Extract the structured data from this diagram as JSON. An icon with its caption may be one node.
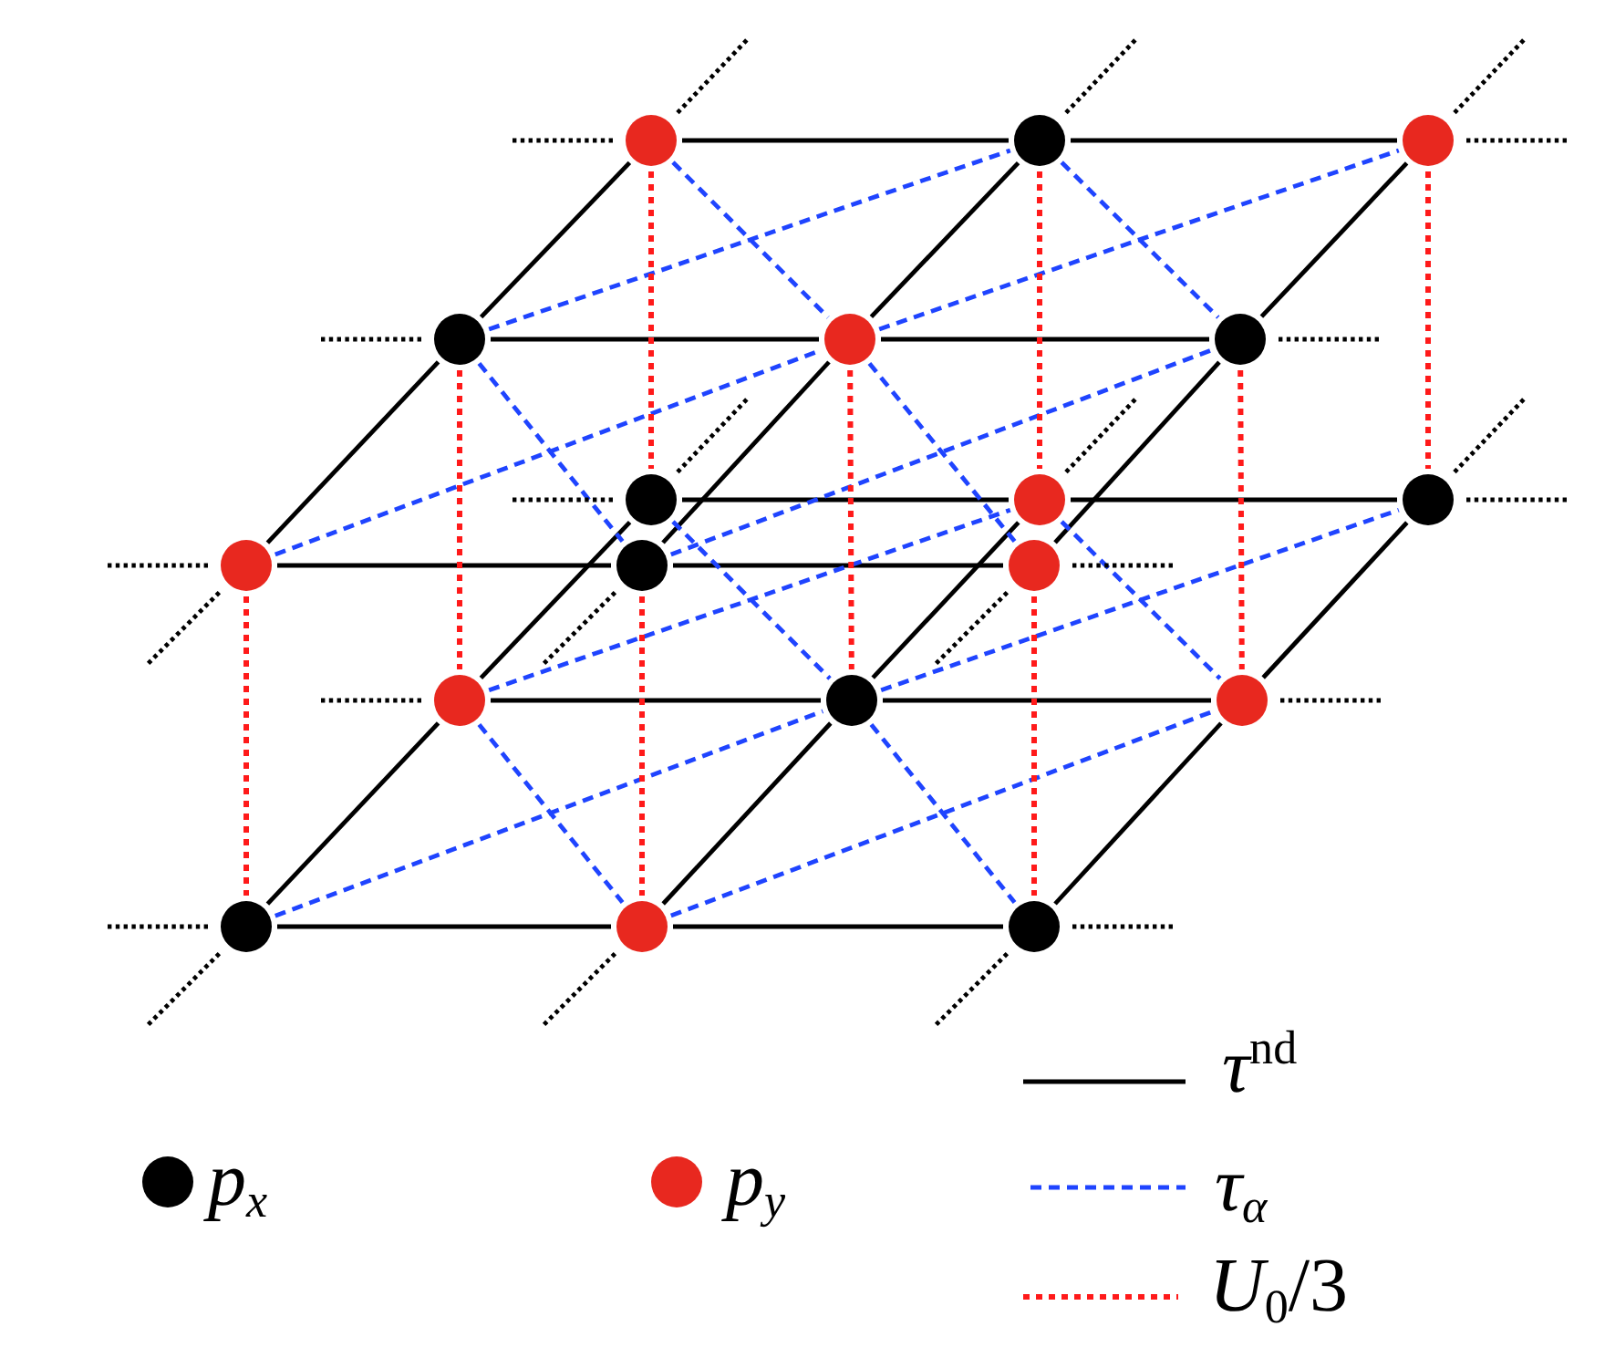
{
  "diagram": {
    "nodes": [
      {
        "text": [],
        "shape": "circle"
      },
      {
        "text": [],
        "shape": "circle"
      },
      {
        "text": [],
        "shape": "circle"
      },
      {
        "text": [],
        "shape": "circle"
      },
      {
        "text": [],
        "shape": "circle"
      },
      {
        "text": [],
        "shape": "circle"
      },
      {
        "text": [],
        "shape": "circle"
      },
      {
        "text": [],
        "shape": "circle"
      },
      {
        "text": [],
        "shape": "circle"
      },
      {
        "text": [],
        "shape": "circle"
      },
      {
        "text": [],
        "shape": "circle"
      },
      {
        "text": [],
        "shape": "circle"
      },
      {
        "text": [],
        "shape": "circle"
      },
      {
        "text": [],
        "shape": "circle"
      },
      {
        "text": [],
        "shape": "circle"
      },
      {
        "text": [],
        "shape": "circle"
      },
      {
        "text": [],
        "shape": "circle"
      },
      {
        "text": [],
        "shape": "circle"
      }
    ],
    "edges": [
      {
        "from": 0,
        "to": 1,
        "arrow": "none"
      },
      {
        "from": 1,
        "to": 2,
        "arrow": "none"
      },
      {
        "from": 3,
        "to": 4,
        "arrow": "none"
      },
      {
        "from": 4,
        "to": 5,
        "arrow": "none"
      },
      {
        "from": 9,
        "to": 10,
        "arrow": "none"
      },
      {
        "from": 10,
        "to": 11,
        "arrow": "none"
      },
      {
        "from": 9,
        "to": 3,
        "arrow": "none"
      },
      {
        "from": 3,
        "to": 0,
        "arrow": "none"
      },
      {
        "from": 10,
        "to": 4,
        "arrow": "none"
      },
      {
        "from": 4,
        "to": 1,
        "arrow": "none"
      },
      {
        "from": 11,
        "to": 5,
        "arrow": "none"
      },
      {
        "from": 5,
        "to": 2,
        "arrow": "none"
      },
      {
        "from": 6,
        "to": 7,
        "arrow": "none"
      },
      {
        "from": 7,
        "to": 8,
        "arrow": "none"
      },
      {
        "from": 12,
        "to": 13,
        "arrow": "none"
      },
      {
        "from": 13,
        "to": 14,
        "arrow": "none"
      },
      {
        "from": 15,
        "to": 16,
        "arrow": "none"
      },
      {
        "from": 16,
        "to": 17,
        "arrow": "none"
      },
      {
        "from": 15,
        "to": 12,
        "arrow": "none"
      },
      {
        "from": 12,
        "to": 6,
        "arrow": "none"
      },
      {
        "from": 16,
        "to": 13,
        "arrow": "none"
      },
      {
        "from": 13,
        "to": 7,
        "arrow": "none"
      },
      {
        "from": 17,
        "to": 14,
        "arrow": "none"
      },
      {
        "from": 14,
        "to": 8,
        "arrow": "none"
      },
      {
        "from": 3,
        "to": 1,
        "arrow": "none",
        "style": "dashed",
        "color": "#1f44ff"
      },
      {
        "from": 0,
        "to": 4,
        "arrow": "none",
        "style": "dashed",
        "color": "#1f44ff"
      },
      {
        "from": 4,
        "to": 2,
        "arrow": "none",
        "style": "dashed",
        "color": "#1f44ff"
      },
      {
        "from": 1,
        "to": 5,
        "arrow": "none",
        "style": "dashed",
        "color": "#1f44ff"
      },
      {
        "from": 9,
        "to": 4,
        "arrow": "none",
        "style": "dashed",
        "color": "#1f44ff"
      },
      {
        "from": 3,
        "to": 10,
        "arrow": "none",
        "style": "dashed",
        "color": "#1f44ff"
      },
      {
        "from": 10,
        "to": 5,
        "arrow": "none",
        "style": "dashed",
        "color": "#1f44ff"
      },
      {
        "from": 4,
        "to": 11,
        "arrow": "none",
        "style": "dashed",
        "color": "#1f44ff"
      },
      {
        "from": 12,
        "to": 7,
        "arrow": "none",
        "style": "dashed",
        "color": "#1f44ff"
      },
      {
        "from": 6,
        "to": 13,
        "arrow": "none",
        "style": "dashed",
        "color": "#1f44ff"
      },
      {
        "from": 13,
        "to": 8,
        "arrow": "none",
        "style": "dashed",
        "color": "#1f44ff"
      },
      {
        "from": 7,
        "to": 14,
        "arrow": "none",
        "style": "dashed",
        "color": "#1f44ff"
      },
      {
        "from": 15,
        "to": 13,
        "arrow": "none",
        "style": "dashed",
        "color": "#1f44ff"
      },
      {
        "from": 12,
        "to": 16,
        "arrow": "none",
        "style": "dashed",
        "color": "#1f44ff"
      },
      {
        "from": 16,
        "to": 14,
        "arrow": "none",
        "style": "dashed",
        "color": "#1f44ff"
      },
      {
        "from": 13,
        "to": 17,
        "arrow": "none",
        "style": "dashed",
        "color": "#1f44ff"
      },
      {
        "from": 0,
        "to": 6,
        "arrow": "none",
        "style": "dashed",
        "color": "#ff1a1a"
      },
      {
        "from": 1,
        "to": 7,
        "arrow": "none",
        "style": "dashed",
        "color": "#ff1a1a"
      },
      {
        "from": 2,
        "to": 8,
        "arrow": "none",
        "style": "dashed",
        "color": "#ff1a1a"
      },
      {
        "from": 3,
        "to": 12,
        "arrow": "none",
        "style": "dashed",
        "color": "#ff1a1a"
      },
      {
        "from": 4,
        "to": 13,
        "arrow": "none",
        "style": "dashed",
        "color": "#ff1a1a"
      },
      {
        "from": 5,
        "to": 14,
        "arrow": "none",
        "style": "dashed",
        "color": "#ff1a1a"
      },
      {
        "from": 9,
        "to": 15,
        "arrow": "none",
        "style": "dashed",
        "color": "#ff1a1a"
      },
      {
        "from": 10,
        "to": 16,
        "arrow": "none",
        "style": "dashed",
        "color": "#ff1a1a"
      },
      {
        "from": 11,
        "to": 17,
        "arrow": "none",
        "style": "dashed",
        "color": "#ff1a1a"
      },
      {
        "from": 0,
        "to": null,
        "arrow": "none",
        "style": "dashed"
      },
      {
        "from": 0,
        "to": null,
        "arrow": "none",
        "style": "dashed"
      },
      {
        "from": 1,
        "to": null,
        "arrow": "none",
        "style": "dashed"
      },
      {
        "from": 2,
        "to": null,
        "arrow": "none",
        "style": "dashed"
      },
      {
        "from": 2,
        "to": null,
        "arrow": "none",
        "style": "dashed"
      },
      {
        "from": 3,
        "to": null,
        "arrow": "none",
        "style": "dashed"
      },
      {
        "from": 5,
        "to": null,
        "arrow": "none",
        "style": "dashed"
      },
      {
        "from": 9,
        "to": null,
        "arrow": "none",
        "style": "dashed"
      },
      {
        "from": 9,
        "to": null,
        "arrow": "none",
        "style": "dashed"
      },
      {
        "from": 10,
        "to": null,
        "arrow": "none",
        "style": "dashed"
      },
      {
        "from": 11,
        "to": null,
        "arrow": "none",
        "style": "dashed"
      },
      {
        "from": 11,
        "to": null,
        "arrow": "none",
        "style": "dashed"
      },
      {
        "from": 6,
        "to": null,
        "arrow": "none",
        "style": "dashed"
      },
      {
        "from": 6,
        "to": null,
        "arrow": "none",
        "style": "dashed"
      },
      {
        "from": 7,
        "to": null,
        "arrow": "none",
        "style": "dashed"
      },
      {
        "from": 8,
        "to": null,
        "arrow": "none",
        "style": "dashed"
      },
      {
        "from": 8,
        "to": null,
        "arrow": "none",
        "style": "dashed"
      },
      {
        "from": 12,
        "to": null,
        "arrow": "none",
        "style": "dashed"
      },
      {
        "from": 14,
        "to": null,
        "arrow": "none",
        "style": "dashed"
      },
      {
        "from": 15,
        "to": null,
        "arrow": "none",
        "style": "dashed"
      },
      {
        "from": 15,
        "to": null,
        "arrow": "none",
        "style": "dashed"
      },
      {
        "from": 16,
        "to": null,
        "arrow": "none",
        "style": "dashed"
      },
      {
        "from": 17,
        "to": null,
        "arrow": "none",
        "style": "dashed"
      },
      {
        "from": 17,
        "to": null,
        "arrow": "none",
        "style": "dashed"
      }
    ],
    "legend": [
      {
        "text": "*τ*$^{nd}$"
      },
      {
        "text": "p$_{x}$",
        "color": "#000000"
      },
      {
        "text": "p$_{y}$",
        "color": "#e8281f"
      },
      {
        "text": "τ$_{α}$"
      },
      {
        "text": "*U*$_{0}$/3"
      }
    ]
  }
}
